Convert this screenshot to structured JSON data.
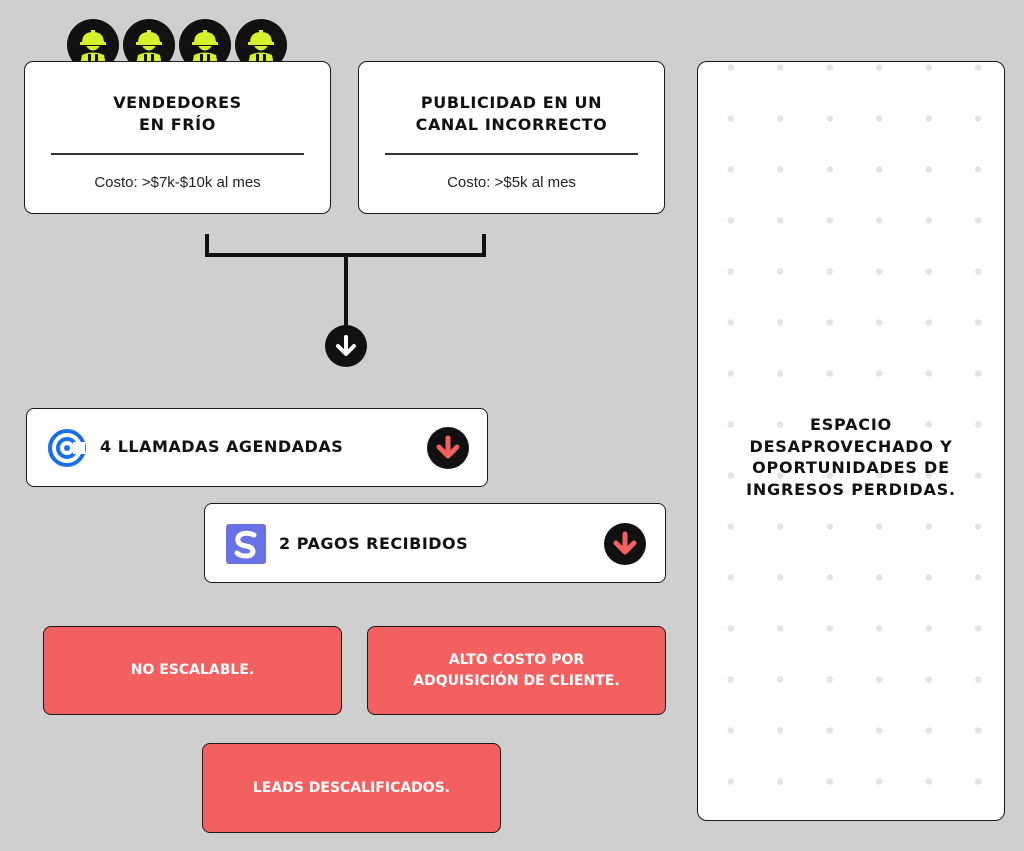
{
  "cards": [
    {
      "title_line1": "VENDEDORES",
      "title_line2": "EN FRÍO",
      "cost": "Costo: >$7k-$10k al mes"
    },
    {
      "title_line1": "PUBLICIDAD EN UN",
      "title_line2": "CANAL INCORRECTO",
      "cost": "Costo: >$5k al mes"
    }
  ],
  "avatars": {
    "count": 4,
    "icon": "worker-helmet-icon",
    "accent": "#d6f22c"
  },
  "side_panel": {
    "lines": [
      "ESPACIO",
      "DESAPROVECHADO Y",
      "OPORTUNIDADES DE",
      "INGRESOS PERDIDAS."
    ]
  },
  "results": [
    {
      "label": "4 LLAMADAS AGENDADAS",
      "logo": "calendly-logo-icon",
      "brand_color": "#1a6ee8"
    },
    {
      "label": "2 PAGOS RECIBIDOS",
      "logo": "stripe-s-logo-icon",
      "brand_color": "#6772e5"
    }
  ],
  "problems": [
    {
      "line1": "NO ESCALABLE.",
      "line2": ""
    },
    {
      "line1": "ALTO COSTO POR",
      "line2": "ADQUISICIÓN DE CLIENTE."
    },
    {
      "line1": "LEADS DESCALIFICADOS.",
      "line2": ""
    }
  ],
  "colors": {
    "background": "#cfcfcf",
    "danger": "#f26060",
    "down_arrow": "#f26060",
    "ink": "#111111"
  }
}
